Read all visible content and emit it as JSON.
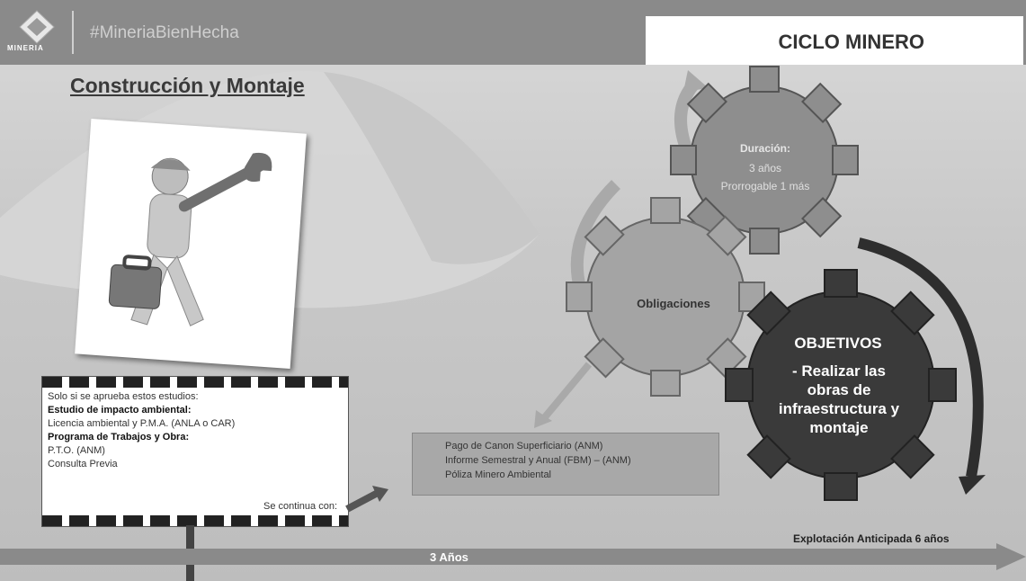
{
  "header": {
    "logo_text": "MINERIA",
    "hashtag": "#MineriaBienHecha",
    "section": "CICLO MINERO"
  },
  "title": "Construcción y Montaje",
  "gears": {
    "duration_title": "Duración:",
    "duration_lines": [
      "3 años",
      "Prorrogable 1 más"
    ],
    "obligations": "Obligaciones",
    "objectives_title": "OBJETIVOS",
    "objectives_lines": [
      "- Realizar las",
      "obras de",
      "infraestructura y",
      "montaje"
    ]
  },
  "sign": {
    "intro": "Solo si se aprueba estos estudios:",
    "study1_title": "Estudio de impacto ambiental:",
    "study1_detail": "Licencia ambiental y P.M.A. (ANLA o CAR)",
    "study2_title": "Programa de Trabajos y Obra:",
    "study2_detail1": "P.T.O. (ANM)",
    "study2_detail2": "Consulta Previa",
    "continue": "Se continua con:"
  },
  "obligations_list": [
    "Pago de Canon Superficiario (ANM)",
    "Informe Semestral y Anual (FBM) – (ANM)",
    "Póliza Minero Ambiental"
  ],
  "timeline": {
    "label": "3 Años",
    "explotacion": "Explotación Anticipada 6 años"
  }
}
